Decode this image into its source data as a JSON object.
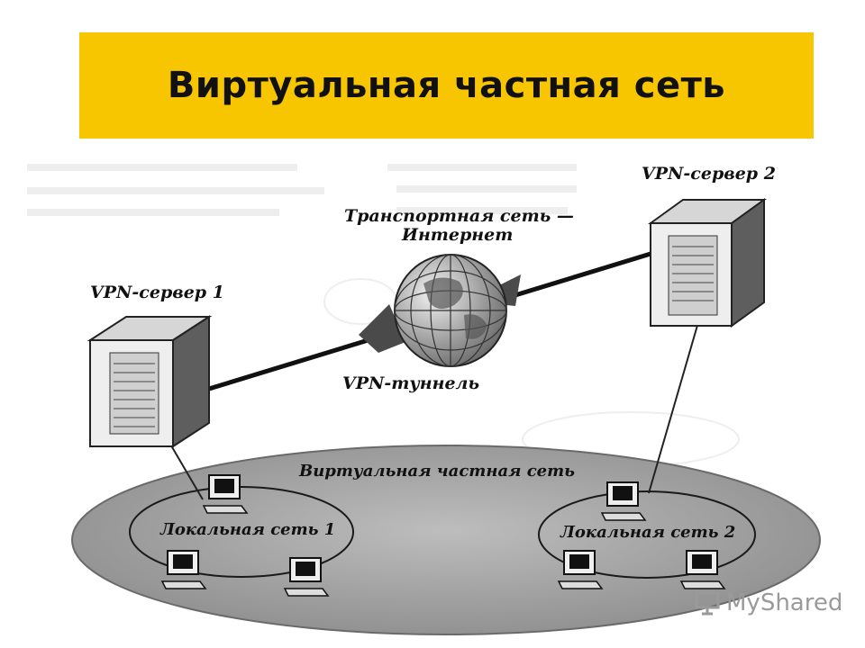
{
  "title": "Виртуальная частная сеть",
  "labels": {
    "vpn_server_1": "VPN-сервер 1",
    "vpn_server_2": "VPN-сервер 2",
    "transport_line1": "Транспортная сеть —",
    "transport_line2": "Интернет",
    "vpn_tunnel": "VPN-туннель",
    "virtual_private_network": "Виртуальная частная сеть",
    "local_network_1": "Локальная сеть 1",
    "local_network_2": "Локальная сеть 2"
  },
  "watermark": {
    "text": "MyShared",
    "icon": "presentation-board-icon"
  },
  "colors": {
    "title_bg": "#f7c600",
    "ellipse_fill": "#a9a9a9",
    "line": "#111111"
  }
}
